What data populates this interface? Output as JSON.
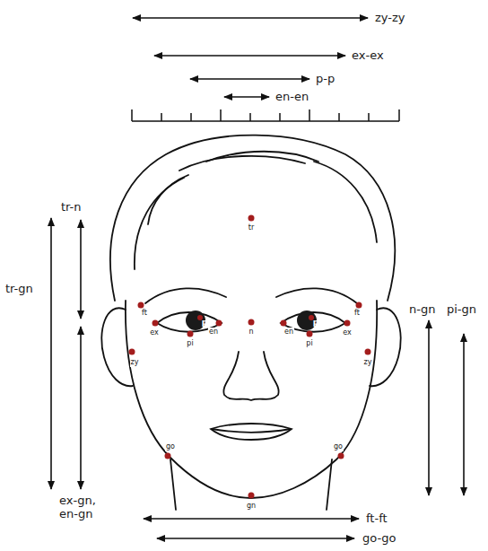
{
  "diagram": {
    "labels": [
      "zy-zy",
      "ex-ex",
      "p-p",
      "en-en",
      "tr",
      "tr-n",
      "tr-gn",
      "ft",
      "ft",
      "n-gn",
      "pi-gn",
      "ex",
      "p",
      "en",
      "n",
      "en",
      "p",
      "ex",
      "pi",
      "pi",
      "zy",
      "zy",
      "ex-gn, en-gn",
      "go",
      "go",
      "gn",
      "ft-ft",
      "go-go"
    ]
  }
}
